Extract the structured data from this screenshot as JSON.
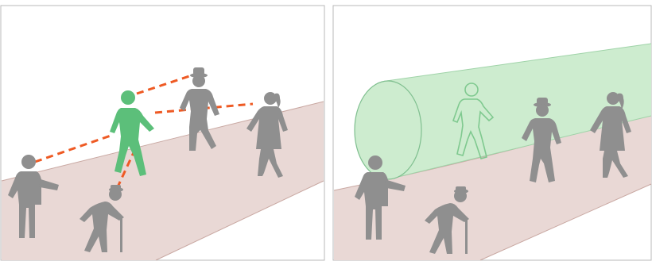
{
  "colors": {
    "background": "#ffffff",
    "frame": "#b8b8b8",
    "walkway": "#e9d8d5",
    "walkway_edge": "#c9a8a2",
    "person_gray": "#8f8f8f",
    "highlight_green": "#5cbf7a",
    "tube_fill": "#cdeccf",
    "tube_stroke": "#7fbf8f",
    "ghost_outline": "#7fc98f",
    "relation_dash": "#ee5a24"
  },
  "panels": [
    {
      "id": "left",
      "figures": [
        "man-gesturing",
        "elderly-with-cane",
        "green-walker",
        "man-in-hat",
        "woman-ponytail"
      ],
      "relation_lines": 4
    },
    {
      "id": "right",
      "figures": [
        "man-gesturing",
        "elderly-with-cane",
        "ghost-walker",
        "man-in-hat",
        "woman-ponytail"
      ],
      "has_motion_tube": true
    }
  ]
}
